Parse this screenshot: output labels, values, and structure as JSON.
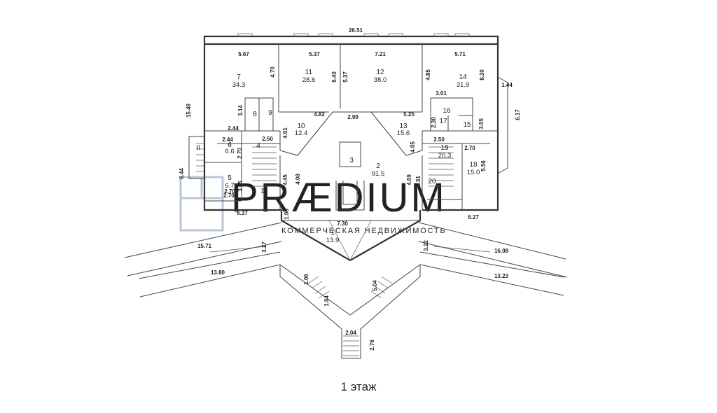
{
  "floor_label": "1 этаж",
  "watermark": {
    "brand": "PRÆDIUM",
    "tagline": "КОММЕРЧЕСКАЯ НЕДВИЖИМОСТЬ"
  },
  "rooms": [
    {
      "num": "7",
      "area": "34.3"
    },
    {
      "num": "11",
      "area": "28.6"
    },
    {
      "num": "12",
      "area": "38.0"
    },
    {
      "num": "14",
      "area": "31.9"
    },
    {
      "num": "8",
      "area": ""
    },
    {
      "num": "9",
      "area": ""
    },
    {
      "num": "10",
      "area": "12.4"
    },
    {
      "num": "13",
      "area": "15.6"
    },
    {
      "num": "16",
      "area": ""
    },
    {
      "num": "17",
      "area": ""
    },
    {
      "num": "15",
      "area": ""
    },
    {
      "num": "6",
      "area": "6.6"
    },
    {
      "num": "4",
      "area": ""
    },
    {
      "num": "5",
      "area": "6.7"
    },
    {
      "num": "3",
      "area": ""
    },
    {
      "num": "2",
      "area": "91.5"
    },
    {
      "num": "19",
      "area": "20.3"
    },
    {
      "num": "18",
      "area": "15.0"
    },
    {
      "num": "20",
      "area": ""
    },
    {
      "num": "1",
      "area": "13.9"
    },
    {
      "num": "1",
      "area": ""
    },
    {
      "num": "II",
      "area": ""
    }
  ],
  "dimensions": [
    "26.51",
    "5.67",
    "5.37",
    "7.21",
    "5.71",
    "4.70",
    "5.40",
    "5.37",
    "4.85",
    "8.30",
    "1.44",
    "15.49",
    "3.14",
    "4.82",
    "2.99",
    "5.25",
    "3.01",
    "6.17",
    "2.44",
    "4.01",
    "2.30",
    "3.05",
    "2.44",
    "2.50",
    "2.50",
    "2.70",
    "2.70",
    "2.70",
    "4.05",
    "5.56",
    "6.44",
    "4.45",
    "4.08",
    "4.09",
    "4.31",
    "3.05",
    "2.70",
    "6.37",
    "1.06",
    "7.30",
    "6.27",
    "15.71",
    "3.27",
    "3.22",
    "16.08",
    "13.80",
    "13.23",
    "1.06",
    "5.04",
    "1.04",
    "2.04",
    "2.76"
  ]
}
